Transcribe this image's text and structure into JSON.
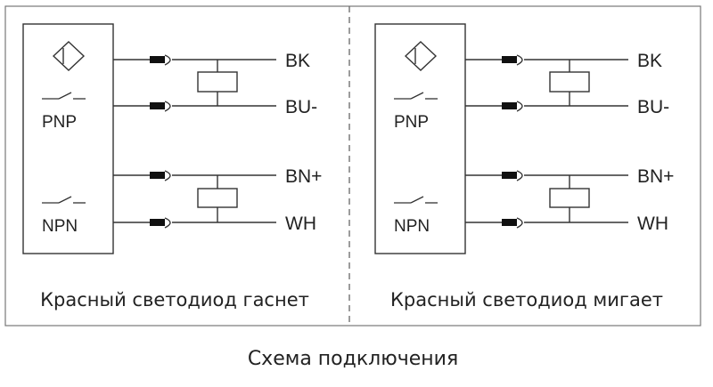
{
  "panels": [
    {
      "wires": [
        "BK",
        "BU-",
        "BN+",
        "WH"
      ],
      "types": [
        "PNP",
        "NPN"
      ],
      "caption": "Красный светодиод гаснет"
    },
    {
      "wires": [
        "BK",
        "BU-",
        "BN+",
        "WH"
      ],
      "types": [
        "PNP",
        "NPN"
      ],
      "caption": "Красный светодиод мигает"
    }
  ],
  "footer": {
    "caption": "Схема подключения"
  }
}
